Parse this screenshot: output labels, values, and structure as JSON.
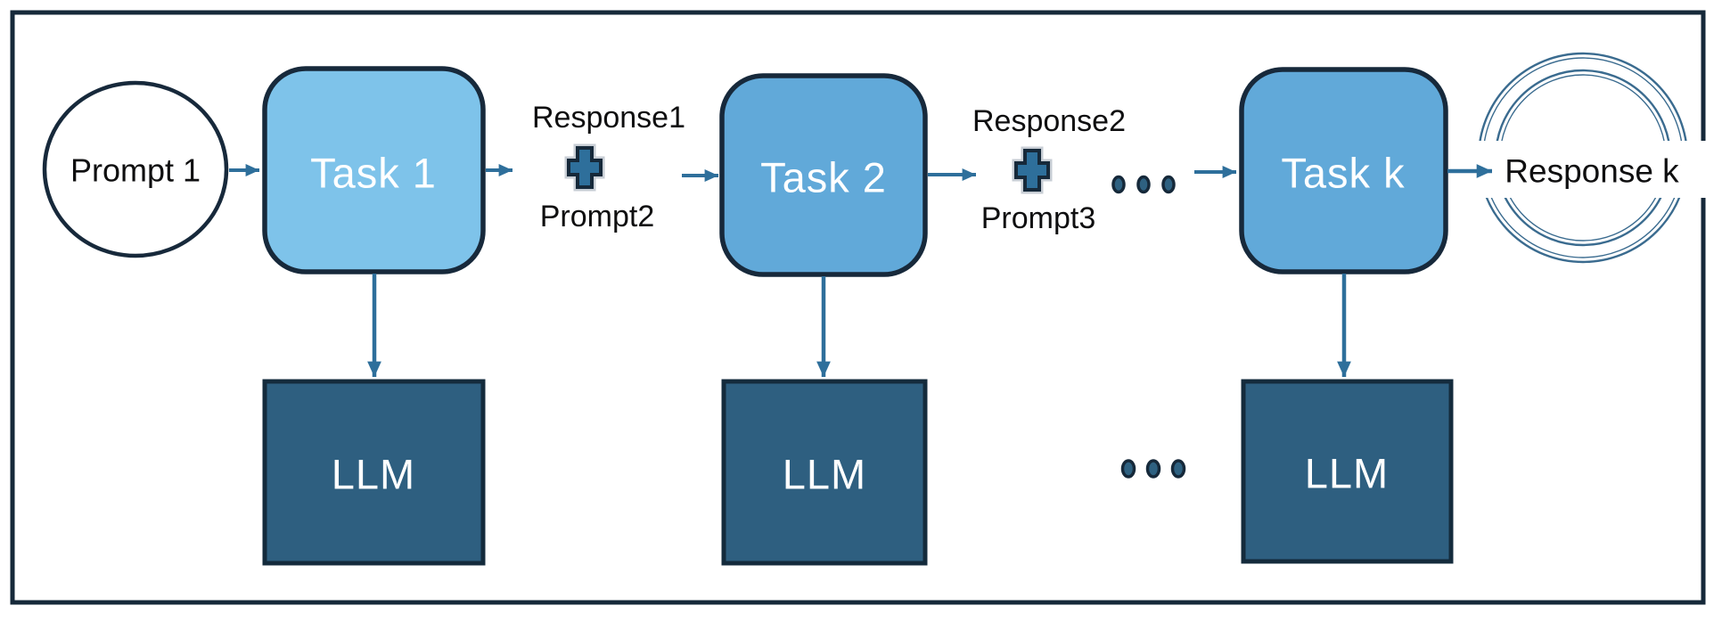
{
  "diagram": {
    "description": "Prompt chaining flow diagram",
    "nodes": {
      "prompt1": "Prompt 1",
      "task1": "Task 1",
      "task2": "Task 2",
      "task_k": "Task k",
      "response_k": "Response k",
      "llm": "LLM"
    },
    "labels": {
      "response1": "Response1",
      "prompt2": "Prompt2",
      "response2": "Response2",
      "prompt3": "Prompt3"
    },
    "icons": {
      "plus": "plus-icon",
      "ellipsis": "ellipsis-icon"
    },
    "colors": {
      "frame": "#16293A",
      "node_border": "#17293B",
      "task1_fill": "#7EC3EA",
      "task_fill": "#61A9D9",
      "llm_fill": "#2E5F80",
      "arrow": "#2E6F9B",
      "plus_fill": "#2E6F9B",
      "ring": "#3A6B8F",
      "dot_fill": "#2E6181",
      "dot_edge": "#16293A",
      "text_dark": "#0f0f10",
      "text_light": "#ffffff"
    }
  }
}
